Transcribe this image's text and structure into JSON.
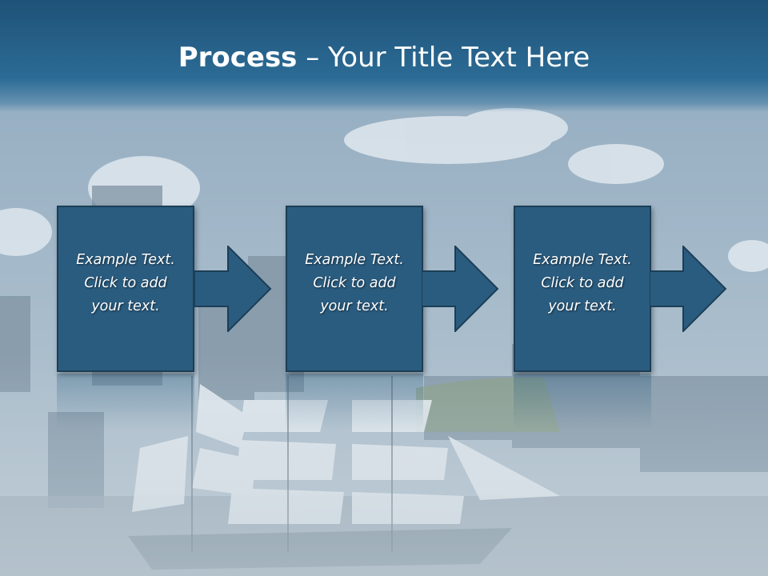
{
  "title": {
    "bold": "Process",
    "rest": " – Your Title Text Here"
  },
  "steps": [
    {
      "lines": [
        "Example Text.",
        "Click  to add",
        "your text."
      ]
    },
    {
      "lines": [
        "Example Text.",
        "Click  to add",
        "your text."
      ]
    },
    {
      "lines": [
        "Example Text.",
        "Click  to add",
        "your text."
      ]
    }
  ],
  "colors": {
    "header": "#2b6b95",
    "box": "#2a5c7f",
    "border": "#1c3e57"
  },
  "background": "harbor-tall-ship-photo"
}
